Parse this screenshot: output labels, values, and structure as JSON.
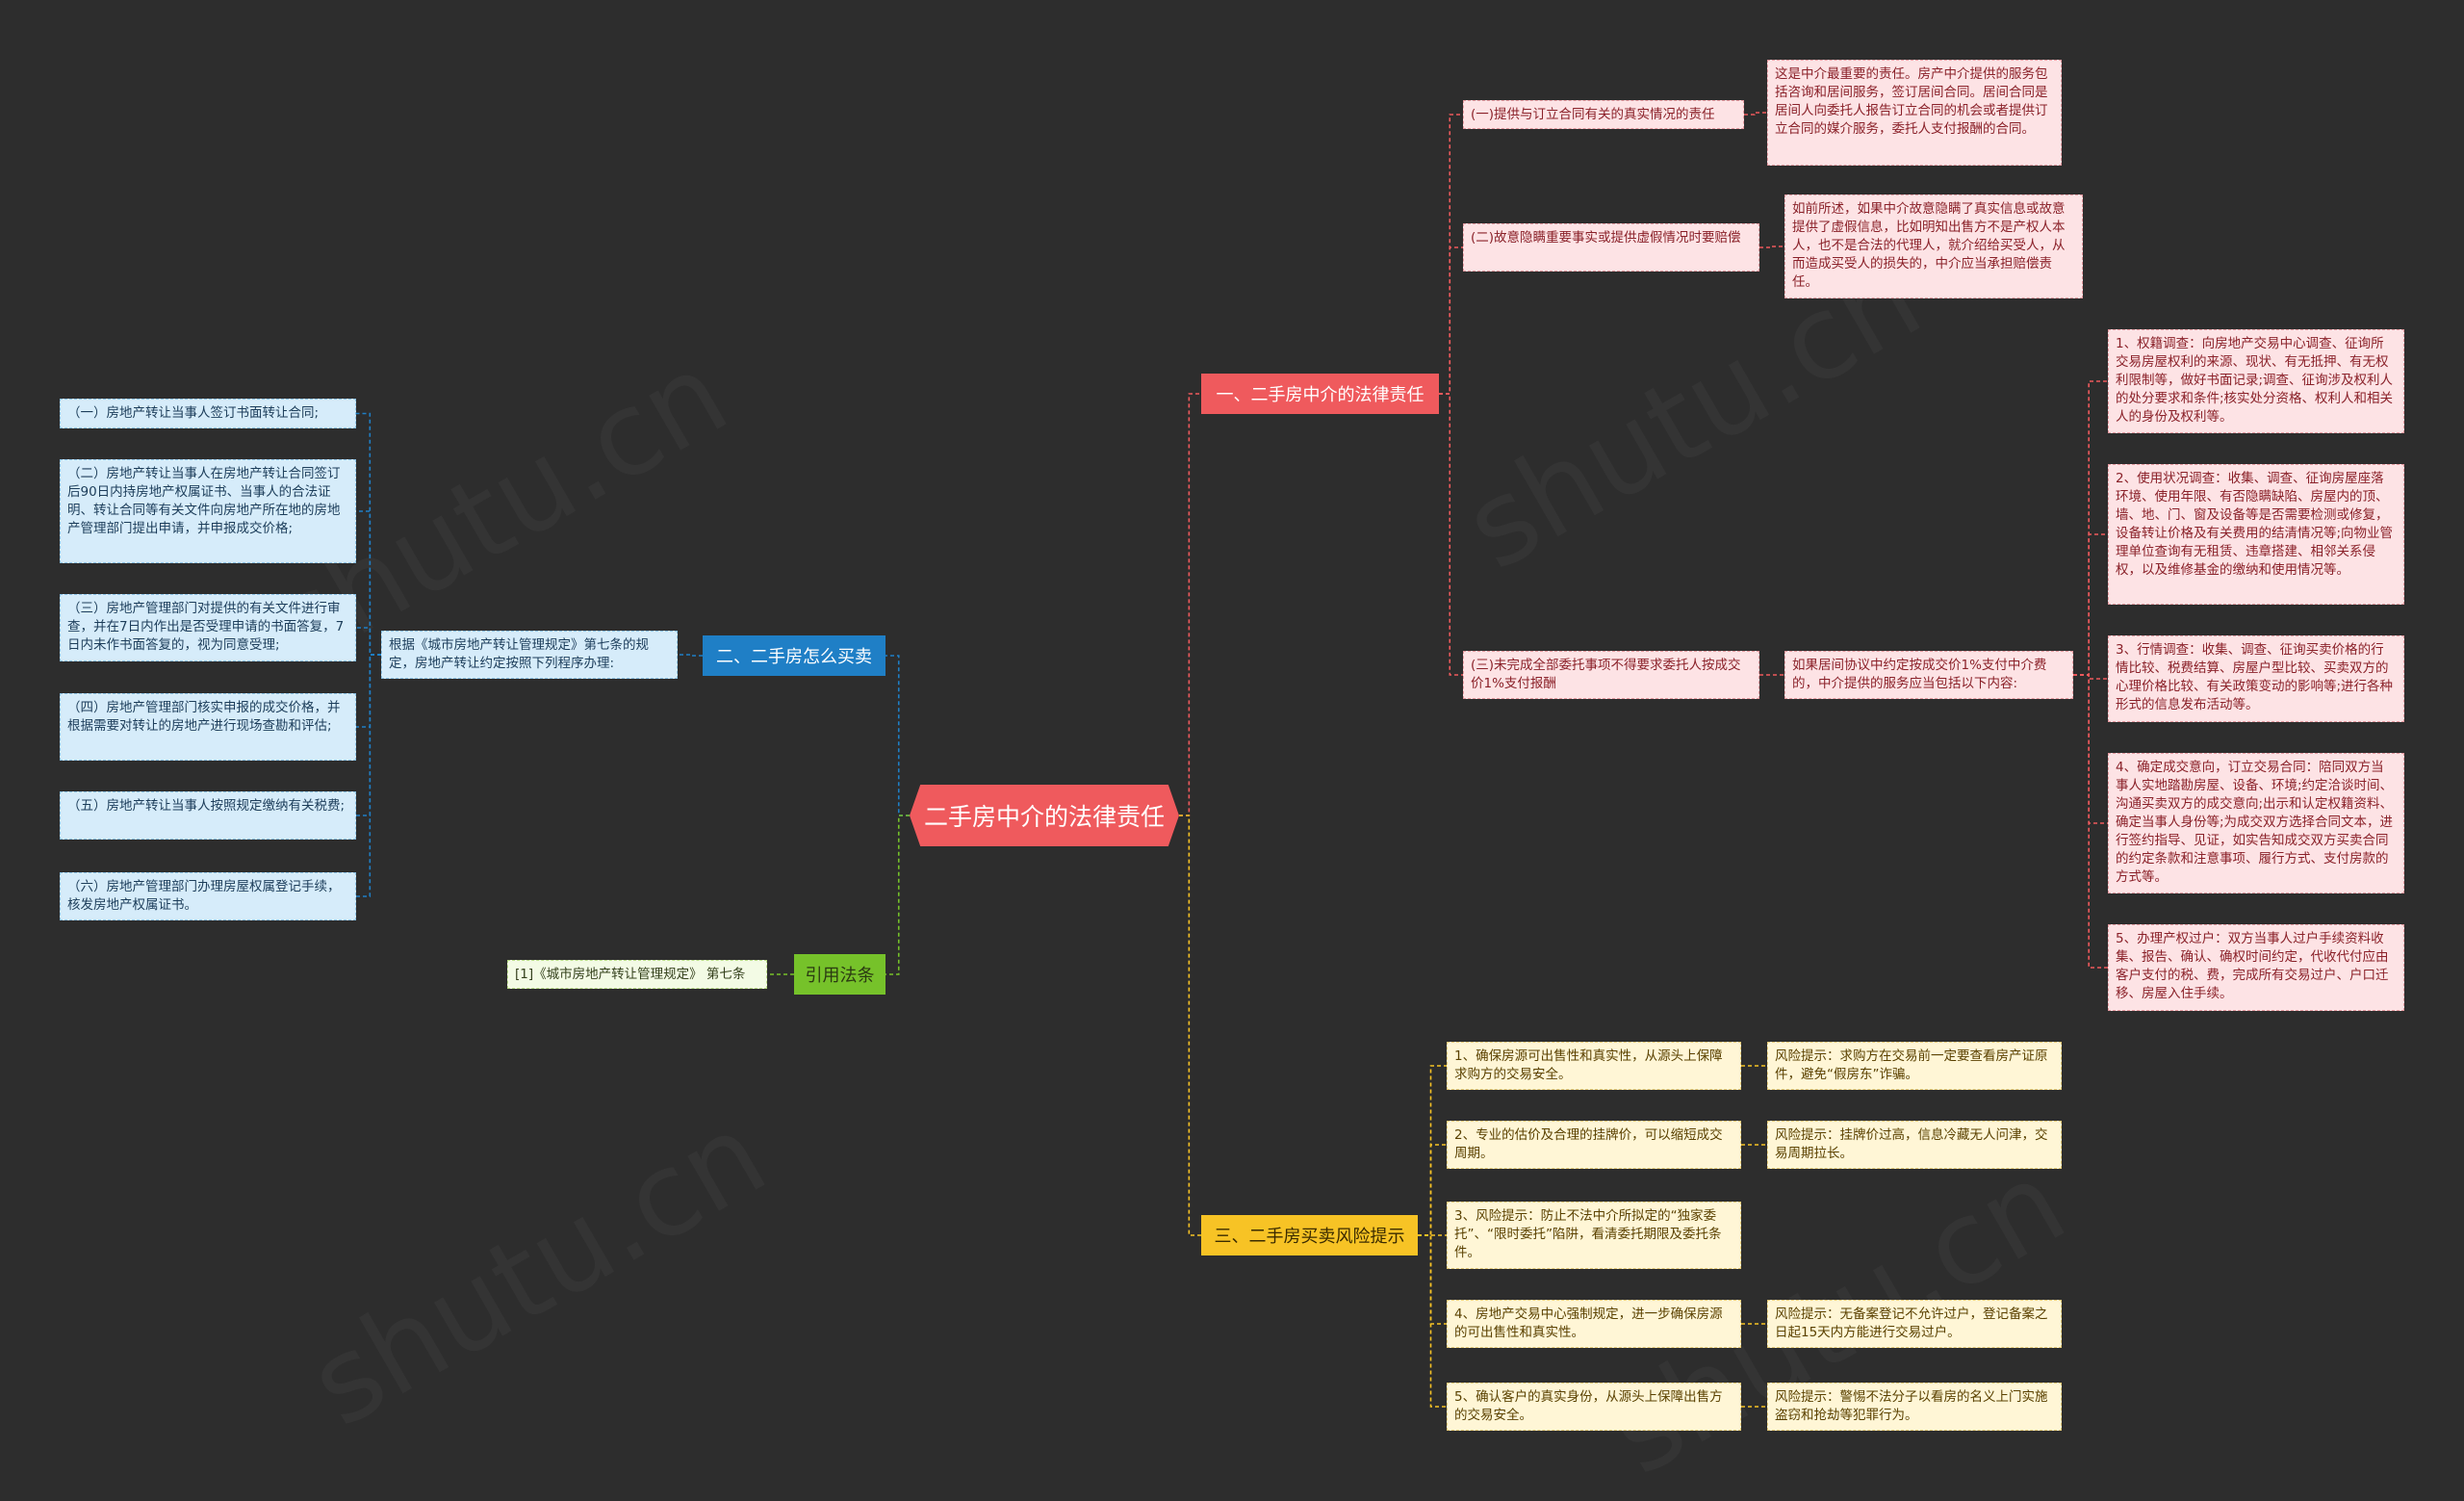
{
  "root": {
    "label": "二手房中介的法律责任"
  },
  "branch_right_1": {
    "label": "一、二手房中介的法律责任",
    "children": [
      {
        "label": "(一)提供与订立合同有关的真实情况的责任",
        "detail": "这是中介最重要的责任。房产中介提供的服务包括咨询和居间服务，签订居间合同。居间合同是居间人向委托人报告订立合同的机会或者提供订立合同的媒介服务，委托人支付报酬的合同。"
      },
      {
        "label": "(二)故意隐瞒重要事实或提供虚假情况时要赔偿",
        "detail": "如前所述，如果中介故意隐瞒了真实信息或故意提供了虚假信息，比如明知出售方不是产权人本人，也不是合法的代理人，就介绍给买受人，从而造成买受人的损失的，中介应当承担赔偿责任。"
      },
      {
        "label": "(三)未完成全部委托事项不得要求委托人按成交价1%支付报酬",
        "detail": "如果居间协议中约定按成交价1%支付中介费的，中介提供的服务应当包括以下内容:",
        "items": [
          "1、权籍调查：向房地产交易中心调查、征询所交易房屋权利的来源、现状、有无抵押、有无权利限制等，做好书面记录;调查、征询涉及权利人的处分要求和条件;核实处分资格、权利人和相关人的身份及权利等。",
          "2、使用状况调查：收集、调查、征询房屋座落环境、使用年限、有否隐瞒缺陷、房屋内的顶、墙、地、门、窗及设备等是否需要检测或修复，设备转让价格及有关费用的结清情况等;向物业管理单位查询有无租赁、违章搭建、相邻关系侵权，以及维修基金的缴纳和使用情况等。",
          "3、行情调查：收集、调查、征询买卖价格的行情比较、税费结算、房屋户型比较、买卖双方的心理价格比较、有关政策变动的影响等;进行各种形式的信息发布活动等。",
          "4、确定成交意向，订立交易合同：陪同双方当事人实地踏勘房屋、设备、环境;约定洽谈时间、沟通买卖双方的成交意向;出示和认定权籍资料、确定当事人身份等;为成交双方选择合同文本，进行签约指导、见证，如实告知成交双方买卖合同的约定条款和注意事项、履行方式、支付房款的方式等。",
          "5、办理产权过户：双方当事人过户手续资料收集、报告、确认、确权时间约定，代收代付应由客户支付的税、费，完成所有交易过户、户口迁移、房屋入住手续。"
        ]
      }
    ]
  },
  "branch_right_3": {
    "label": "三、二手房买卖风险提示",
    "children": [
      {
        "label": "1、确保房源可出售性和真实性，从源头上保障求购方的交易安全。",
        "tip": "风险提示：求购方在交易前一定要查看房产证原件，避免“假房东”诈骗。"
      },
      {
        "label": "2、专业的估价及合理的挂牌价，可以缩短成交周期。",
        "tip": "风险提示：挂牌价过高，信息冷藏无人问津，交易周期拉长。"
      },
      {
        "label": "3、风险提示：防止不法中介所拟定的“独家委托”、“限时委托”陷阱，看清委托期限及委托条件。",
        "tip": ""
      },
      {
        "label": "4、房地产交易中心强制规定，进一步确保房源的可出售性和真实性。",
        "tip": "风险提示：无备案登记不允许过户，登记备案之日起15天内方能进行交易过户。"
      },
      {
        "label": "5、确认客户的真实身份，从源头上保障出售方的交易安全。",
        "tip": "风险提示：警惕不法分子以看房的名义上门实施盗窃和抢劫等犯罪行为。"
      }
    ]
  },
  "branch_left_2": {
    "label": "二、二手房怎么买卖",
    "intro": "根据《城市房地产转让管理规定》第七条的规定，房地产转让约定按照下列程序办理:",
    "steps": [
      "（一）房地产转让当事人签订书面转让合同;",
      "（二）房地产转让当事人在房地产转让合同签订后90日内持房地产权属证书、当事人的合法证明、转让合同等有关文件向房地产所在地的房地产管理部门提出申请，并申报成交价格;",
      "（三）房地产管理部门对提供的有关文件进行审查，并在7日内作出是否受理申请的书面答复，7日内未作书面答复的，视为同意受理;",
      "（四）房地产管理部门核实申报的成交价格，并根据需要对转让的房地产进行现场查勘和评估;",
      "（五）房地产转让当事人按照规定缴纳有关税费;",
      "（六）房地产管理部门办理房屋权属登记手续，核发房地产权属证书。"
    ]
  },
  "branch_left_cite": {
    "label": "引用法条",
    "ref": "[1]《城市房地产转让管理规定》 第七条"
  },
  "colors": {
    "background": "#2d2d2d",
    "red": "#ef5a5d",
    "blue": "#1f7fc6",
    "green": "#76c22a",
    "yellow": "#f7c325"
  }
}
